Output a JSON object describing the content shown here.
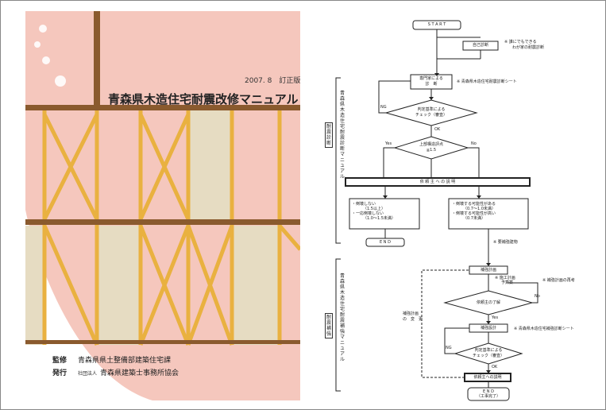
{
  "cover": {
    "date": "2007. 8　訂正版",
    "title": "青森県木造住宅耐震改修マニュアル",
    "supervision_label": "監修",
    "supervision_value": "青森県県土整備部建築住宅課",
    "publisher_label": "発行",
    "publisher_prefix": "社団法人",
    "publisher_value": "青森県建築士事務所協会",
    "colors": {
      "pink": "#f5c7bd",
      "beam": "#8a5a2e",
      "brace": "#e9b140",
      "panel": "#e6dcc2"
    }
  },
  "flowchart": {
    "start": "S T A R T",
    "self_diagnosis": "自己診断",
    "self_note_1": "誰にでもできる",
    "self_note_2": "わが家の耐震診断",
    "expert_1": "専門家による",
    "expert_2": "診　断",
    "expert_note": "青森県木造住宅耐震診断シート",
    "check_1_a": "判定基準による",
    "check_1_b": "チェック（審査）",
    "structural_a": "上部構造評点",
    "structural_b": "≧1.5",
    "diagnosis_report": "依 頼 主 へ の 説 明",
    "left_result_1": "・倒壊しない",
    "left_result_1b": "（1.5以上）",
    "left_result_2": "・一応倒壊しない",
    "left_result_2b": "（1.0～1.5未満）",
    "right_result_1": "・倒壊する可能性がある",
    "right_result_1b": "（0.7～1.0未満）",
    "right_result_2": "・倒壊する可能性が高い",
    "right_result_2b": "（0.7未満）",
    "end": "E N D",
    "end_2": "E N D",
    "end_2_sub": "（工事完了）",
    "reinforce_request": "※ 要補強建物",
    "reinforce_plan": "補強計画",
    "plan_note_1": "施工計画",
    "plan_note_2": "予算案",
    "plan_note_3": "補強計画の再考",
    "client_approval": "依頼主の了解",
    "design": "補強設計",
    "design_note": "青森県木造住宅補強診断シート",
    "check_2_a": "判定基準による",
    "check_2_b": "チェック（審査）",
    "report_2": "依頼主への説明",
    "side_note_a": "補強計画",
    "side_note_b": "の　変　更",
    "yes": "Yes",
    "no": "No",
    "ok": "OK",
    "ng": "NG",
    "vertical_1": "青森県木造住宅耐震診断マニュアル",
    "vertical_2": "青森県木造住宅耐震補強マニュアル",
    "section_1": "耐震診断",
    "section_2": "耐震補強"
  }
}
